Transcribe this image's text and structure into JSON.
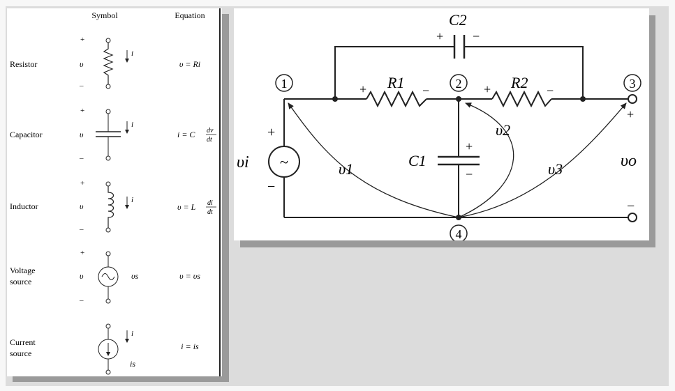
{
  "table": {
    "headers": {
      "symbol": "Symbol",
      "equation": "Equation"
    },
    "rows": [
      {
        "name": "Resistor",
        "plus": "+",
        "minus": "–",
        "v": "υ",
        "i": "i",
        "equation": "υ = Ri"
      },
      {
        "name": "Capacitor",
        "plus": "+",
        "minus": "–",
        "v": "υ",
        "i": "i",
        "equation_prefix": "i = C",
        "frac_num": "dv",
        "frac_den": "dt"
      },
      {
        "name": "Inductor",
        "plus": "+",
        "minus": "–",
        "v": "υ",
        "i": "i",
        "equation_prefix": "υ = L",
        "frac_num": "di",
        "frac_den": "dt"
      },
      {
        "name_line1": "Voltage",
        "name_line2": "source",
        "plus": "+",
        "minus": "–",
        "v": "υ",
        "source_label": "υs",
        "equation": "υ = υs"
      },
      {
        "name_line1": "Current",
        "name_line2": "source",
        "i": "i",
        "source_label": "is",
        "equation": "i = is"
      }
    ]
  },
  "circuit": {
    "nodes": [
      "1",
      "2",
      "3",
      "4"
    ],
    "c2_label": "C2",
    "c2_plus": "+",
    "c2_minus": "−",
    "r1_label": "R1",
    "r1_plus": "+",
    "r1_minus": "−",
    "r2_label": "R2",
    "r2_plus": "+",
    "r2_minus": "−",
    "c1_label": "C1",
    "c1_plus": "+",
    "c1_minus": "−",
    "vi_label": "υi",
    "vi_plus": "+",
    "vi_minus": "−",
    "v1_label": "υ1",
    "v2_label": "υ2",
    "v3_label": "υ3",
    "vo_label": "υo",
    "vo_plus": "+",
    "vo_minus": "−",
    "source_symbol": "~"
  }
}
